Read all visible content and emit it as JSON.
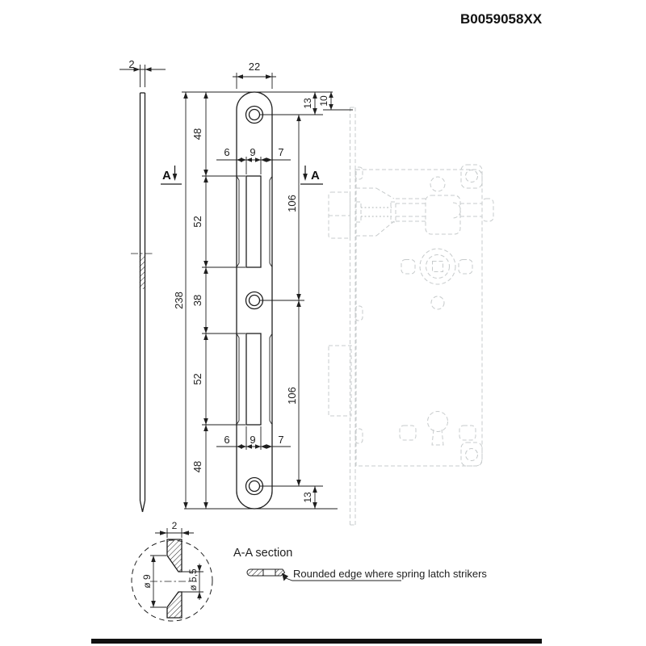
{
  "title": "B0059058XX",
  "side_view": {
    "thickness": "2"
  },
  "front_view": {
    "width": "22",
    "overall_height": "238",
    "segments": [
      "48",
      "52",
      "38",
      "52",
      "48"
    ],
    "hole_spacing": [
      "106",
      "106"
    ],
    "top_hole_offset": "13",
    "bottom_hole_offset": "13",
    "lock_top_offset": "10",
    "slot_top": [
      "6",
      "9",
      "7"
    ],
    "slot_bottom": [
      "6",
      "9",
      "7"
    ]
  },
  "section_markers": {
    "left": "A",
    "right": "A"
  },
  "detail": {
    "thickness": "2",
    "countersink_diameter": "ø 9",
    "hole_diameter": "ø 5,5"
  },
  "section": {
    "label": "A-A section",
    "note": "Rounded edge where spring latch strikers"
  }
}
